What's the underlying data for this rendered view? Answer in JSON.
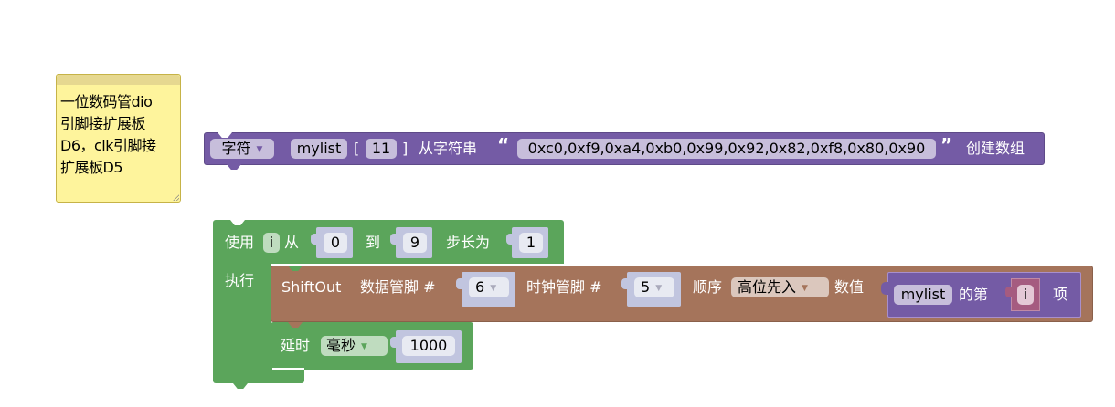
{
  "comment": {
    "text": "一位数码管dio\n引脚接扩展板\nD6，clk引脚接\n扩展板D5"
  },
  "array_block": {
    "type_dropdown": "字符",
    "name": "mylist",
    "open_bracket": "[",
    "size": "11",
    "close_bracket": "]",
    "from_string_label": "从字符串",
    "open_quote": "“",
    "string_value": "0xc0,0xf9,0xa4,0xb0,0x99,0x92,0x82,0xf8,0x80,0x90",
    "close_quote": "”",
    "create_label": "创建数组",
    "color": "#745ba5"
  },
  "for_block": {
    "use_label": "使用",
    "var": "i",
    "from_label": "从",
    "from_value": "0",
    "to_label": "到",
    "to_value": "9",
    "step_label": "步长为",
    "step_value": "1",
    "do_label": "执行",
    "color": "#5ba55b"
  },
  "shiftout_block": {
    "title": "ShiftOut",
    "data_pin_label": "数据管脚 #",
    "data_pin": "6",
    "clock_pin_label": "时钟管脚 #",
    "clock_pin": "5",
    "order_label": "顺序",
    "order_value": "高位先入",
    "value_label": "数值",
    "color": "#a5745b"
  },
  "list_get_block": {
    "list_name": "mylist",
    "index_label": "的第",
    "index_var": "i",
    "item_label": "项"
  },
  "delay_block": {
    "label": "延时",
    "unit": "毫秒",
    "value": "1000"
  }
}
